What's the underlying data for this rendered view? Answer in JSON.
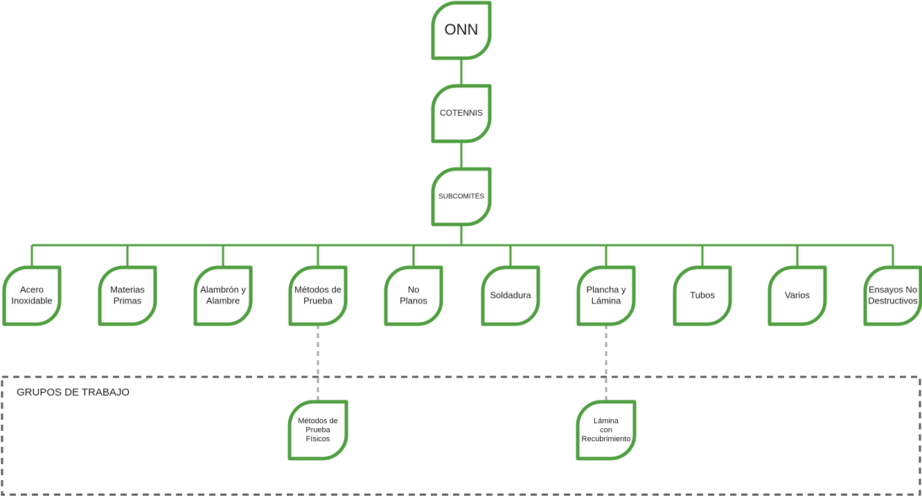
{
  "root": {
    "label": "ONN"
  },
  "committee": {
    "label": "COTENNIS"
  },
  "subcommittees_node": {
    "label": "SUBCOMITÉS"
  },
  "subcommittees": [
    {
      "id": "acero-inoxidable",
      "lines": [
        "Acero",
        "Inoxidable"
      ]
    },
    {
      "id": "materias-primas",
      "lines": [
        "Materias",
        "Primas"
      ]
    },
    {
      "id": "alambron-y-alambre",
      "lines": [
        "Alambrón y",
        "Alambre"
      ]
    },
    {
      "id": "metodos-de-prueba",
      "lines": [
        "Métodos de",
        "Prueba"
      ]
    },
    {
      "id": "no-planos",
      "lines": [
        "No",
        "Planos"
      ]
    },
    {
      "id": "soldadura",
      "lines": [
        "Soldadura"
      ]
    },
    {
      "id": "plancha-y-lamina",
      "lines": [
        "Plancha y",
        "Lámina"
      ]
    },
    {
      "id": "tubos",
      "lines": [
        "Tubos"
      ]
    },
    {
      "id": "varios",
      "lines": [
        "Varios"
      ]
    },
    {
      "id": "ensayos-no-destructivos",
      "lines": [
        "Ensayos No",
        "Destructivos"
      ]
    }
  ],
  "working_groups": {
    "title": "GRUPOS DE TRABAJO",
    "items": [
      {
        "id": "metodos-de-prueba-fisicos",
        "parent": "metodos-de-prueba",
        "lines": [
          "Métodos de",
          "Prueba",
          "Físicos"
        ]
      },
      {
        "id": "lamina-con-recubrimiento",
        "parent": "plancha-y-lamina",
        "lines": [
          "Lámina",
          "con",
          "Recubrimiento"
        ]
      }
    ]
  },
  "colors": {
    "accent_green": "#4e9e3f",
    "dashed_connector": "#a8a8a8",
    "group_frame": "#5b5b5b",
    "text": "#1a1a1a"
  }
}
